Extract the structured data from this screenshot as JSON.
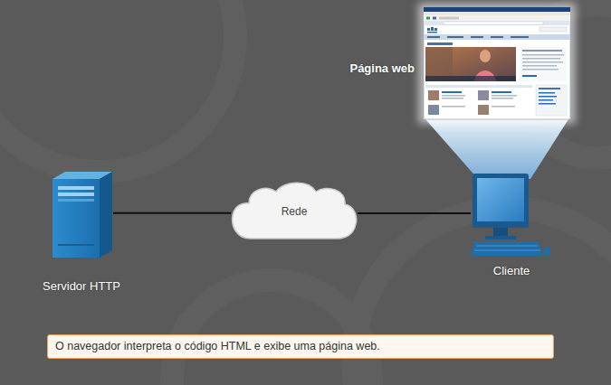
{
  "diagram": {
    "caption": "O navegador interpreta o código HTML e exibe uma página web.",
    "nodes": [
      {
        "text": [
          "Servidor HTTP"
        ]
      },
      {
        "text": [
          "Rede"
        ]
      },
      {
        "text": [
          "Cliente"
        ]
      },
      {
        "text": [
          "Página web"
        ]
      }
    ],
    "edges": [
      {
        "from": 0,
        "to": 1,
        "arrow": "none"
      },
      {
        "from": 1,
        "to": 2,
        "arrow": "none"
      }
    ]
  }
}
